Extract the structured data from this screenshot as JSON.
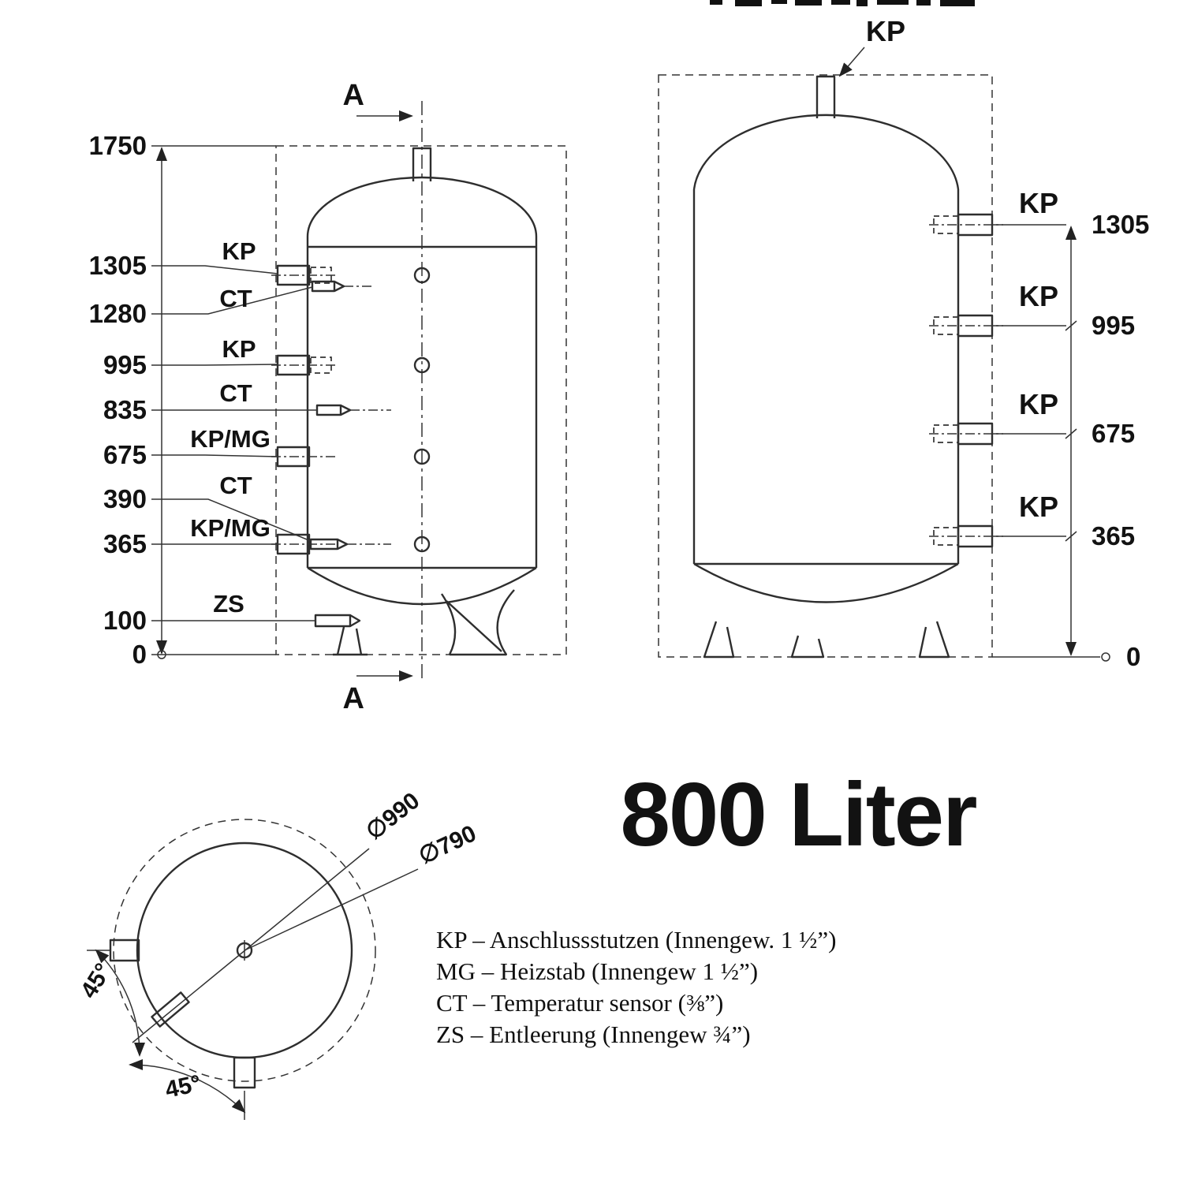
{
  "title": "800 Liter",
  "section": {
    "marker": "A"
  },
  "left_view": {
    "dim_labels": [
      "1750",
      "1305",
      "1280",
      "995",
      "835",
      "675",
      "390",
      "365",
      "100",
      "0"
    ],
    "port_labels": [
      "KP",
      "CT",
      "KP",
      "CT",
      "KP/MG",
      "CT",
      "KP/MG",
      "ZS"
    ]
  },
  "right_view": {
    "top_port_label": "KP",
    "port_labels": [
      "KP",
      "KP",
      "KP",
      "KP"
    ],
    "dim_labels": [
      "1305",
      "995",
      "675",
      "365",
      "0"
    ]
  },
  "top_view": {
    "outer_diameter": "∅990",
    "inner_diameter": "∅790",
    "angle_left": "45°",
    "angle_bottom": "45°"
  },
  "legend": {
    "lines": [
      "KP – Anschlussstutzen (Innengew. 1 ½”)",
      "MG – Heizstab (Innengew 1 ½”)",
      "CT – Temperatur sensor (⅜”)",
      "ZS – Entleerung (Innengew ¾”)"
    ]
  }
}
